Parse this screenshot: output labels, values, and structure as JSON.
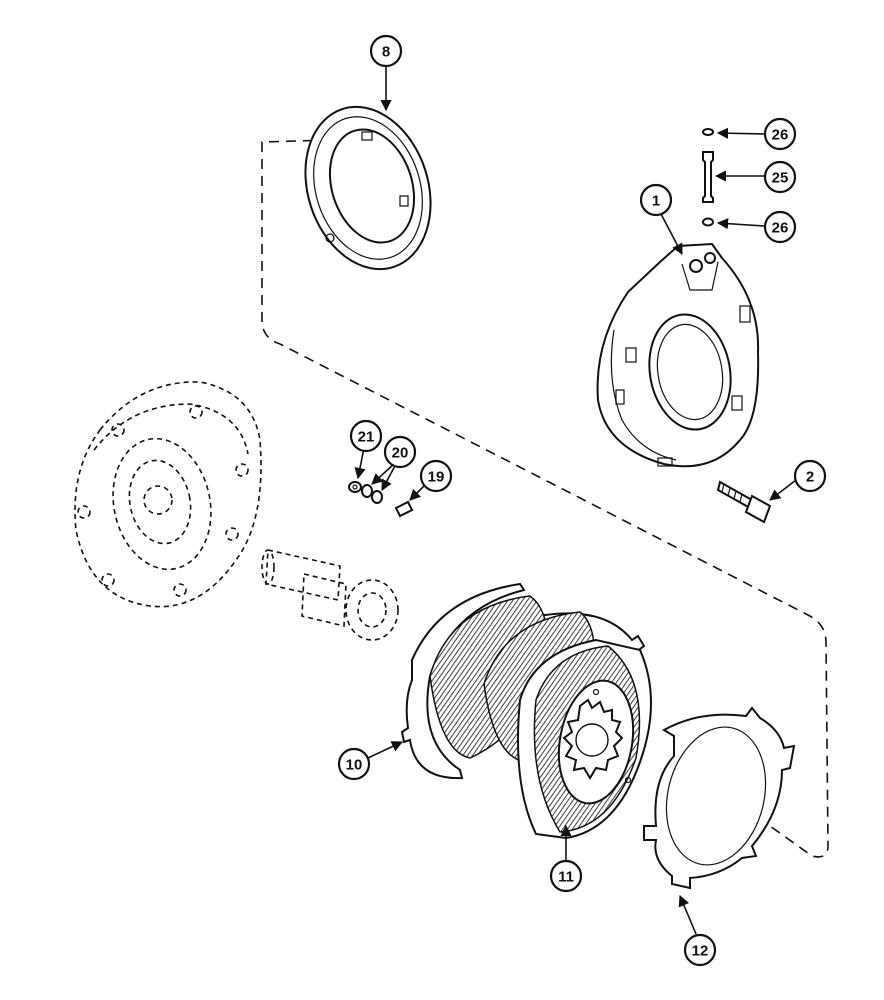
{
  "callouts": {
    "c8": "8",
    "c26a": "26",
    "c25": "25",
    "c26b": "26",
    "c1": "1",
    "c21": "21",
    "c20": "20",
    "c19": "19",
    "c2": "2",
    "c10": "10",
    "c11": "11",
    "c12": "12"
  },
  "colors": {
    "ink": "#111111",
    "paper": "#ffffff"
  }
}
